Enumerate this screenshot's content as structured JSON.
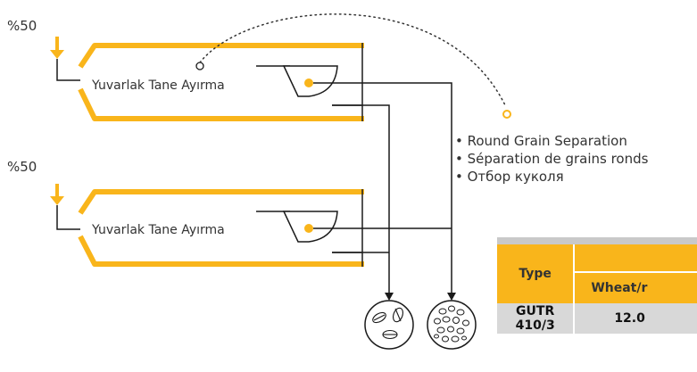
{
  "inputs": [
    {
      "share": "%50",
      "unit_label": "Yuvarlak Tane Ayırma"
    },
    {
      "share": "%50",
      "unit_label": "Yuvarlak Tane Ayırma"
    }
  ],
  "legend": {
    "items": [
      "• Round Grain Separation",
      "• Séparation de grains ronds",
      "• Отбор куколя"
    ]
  },
  "table": {
    "header_type": "Type",
    "header_top": "",
    "header_sub": "Wheat/r",
    "rows": [
      {
        "model": "GUTR 410/3",
        "value": "12.0"
      }
    ]
  },
  "outputs": [
    {
      "icon": "wheat-grains-icon"
    },
    {
      "icon": "round-seeds-icon"
    }
  ],
  "colors": {
    "accent": "#f9b51b",
    "line": "#1a1a1a"
  }
}
